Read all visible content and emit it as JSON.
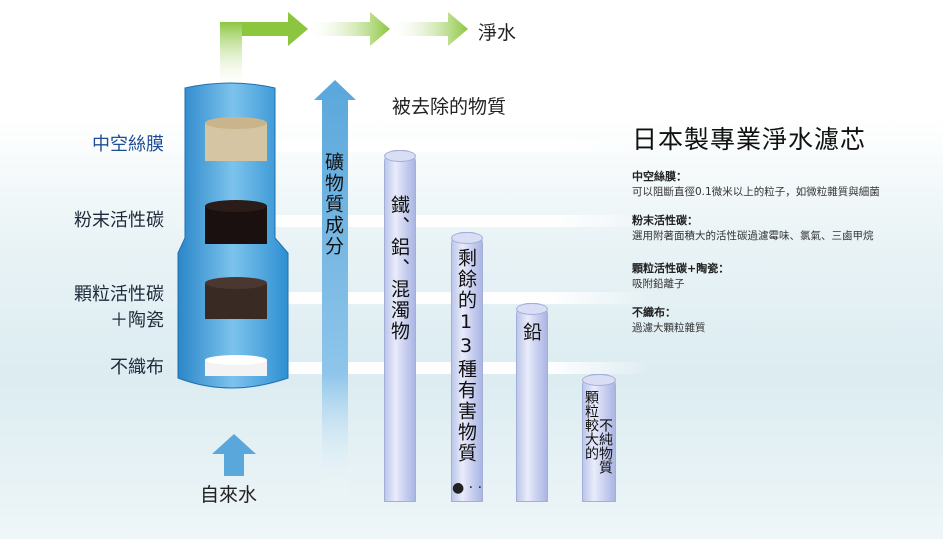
{
  "flow": {
    "output": "淨水",
    "input": "自來水"
  },
  "removed_heading": "被去除的物質",
  "main_title": "日本製專業淨水濾芯",
  "layers": [
    "中空絲膜",
    "粉末活性碳",
    "顆粒活性碳",
    "＋陶瓷",
    "不織布"
  ],
  "columns": [
    {
      "text": "礦物質成分"
    },
    {
      "text": "鐵、鋁、混濁物"
    },
    {
      "text": "剩餘的13種有害物質"
    },
    {
      "text": "鉛"
    },
    {
      "text_a": "不純物質",
      "text_b": "顆粒較大的"
    }
  ],
  "descriptions": [
    {
      "title": "中空絲膜：",
      "body": "可以阻斷直徑0.1微米以上的粒子，如微粒雜質與細菌"
    },
    {
      "title": "粉末活性碳：",
      "body": "選用附著面積大的活性碳過濾霉味、氯氣、三鹵甲烷"
    },
    {
      "title": "顆粒活性碳+陶瓷：",
      "body": "吸附鉛離子"
    },
    {
      "title": "不織布：",
      "body": "過濾大顆粒雜質"
    }
  ],
  "dots": "● · ·",
  "colors": {
    "green_arrow": "#8cc63f",
    "blue_arrow": "#5aa7dc",
    "filter_blue": "#3d9ad6"
  }
}
